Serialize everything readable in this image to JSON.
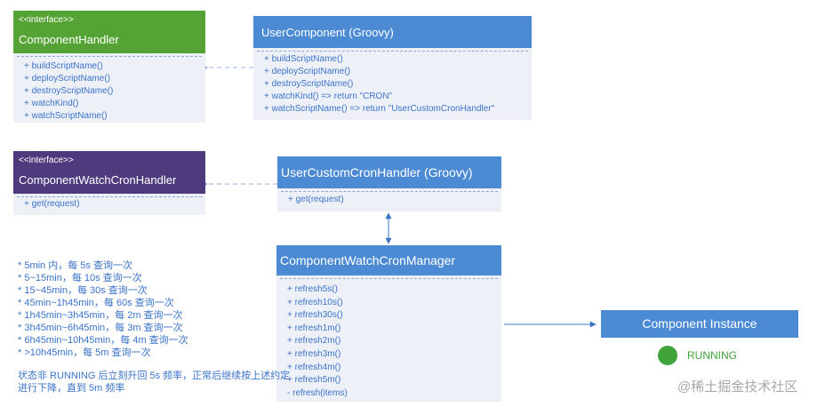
{
  "component_handler": {
    "stereotype": "<<interface>>",
    "title": "ComponentHandler",
    "color": "#55a334",
    "methods": [
      "+ buildScriptName()",
      "+ deployScriptName()",
      "+ destroyScriptName()",
      "+ watchKind()",
      "+ watchScriptName()"
    ]
  },
  "user_component": {
    "title": "UserComponent (Groovy)",
    "color": "#4c8bd4",
    "methods": [
      "+ buildScriptName()",
      "+ deployScriptName()",
      "+ destroyScriptName()",
      "+ watchKind() => return \"CRON\"",
      "+ watchScriptName() => return \"UserCustomCronHandler\""
    ]
  },
  "watch_cron_handler": {
    "stereotype": "<<interface>>",
    "title": "ComponentWatchCronHandler",
    "color": "#4e3a7c",
    "methods": [
      "+ get(request)"
    ]
  },
  "user_custom_cron_handler": {
    "title": "UserCustomCronHandler (Groovy)",
    "color": "#4c8bd4",
    "methods": [
      "+ get(request)"
    ]
  },
  "watch_cron_manager": {
    "title": "ComponentWatchCronManager",
    "color": "#4c8bd4",
    "methods": [
      "+ refresh5s()",
      "+ refresh10s()",
      "+ refresh30s()",
      "+ refresh1m()",
      "+ refresh2m()",
      "+ refresh3m()",
      "+ refresh4m()",
      "+ refresh5m()",
      "- refresh(items)"
    ]
  },
  "component_instance": {
    "title": "Component Instance",
    "status": "RUNNING",
    "status_color": "#3fa33a"
  },
  "notes": {
    "schedule": [
      "* 5min 内，每 5s 查询一次",
      "* 5~15min，每 10s 查询一次",
      "* 15~45min，每 30s 查询一次",
      "* 45min~1h45min，每 60s 查询一次",
      "* 1h45min~3h45min，每 2m 查询一次",
      "* 3h45min~6h45min，每 3m 查询一次",
      "* 6h45min~10h45min，每 4m 查询一次",
      "* >10h45min，每 5m 查询一次"
    ],
    "footer": "状态非 RUNNING 后立刻升回 5s 频率，正常后继续按上述约定进行下降，直到 5m 频率"
  },
  "watermark": "@稀土掘金技术社区"
}
